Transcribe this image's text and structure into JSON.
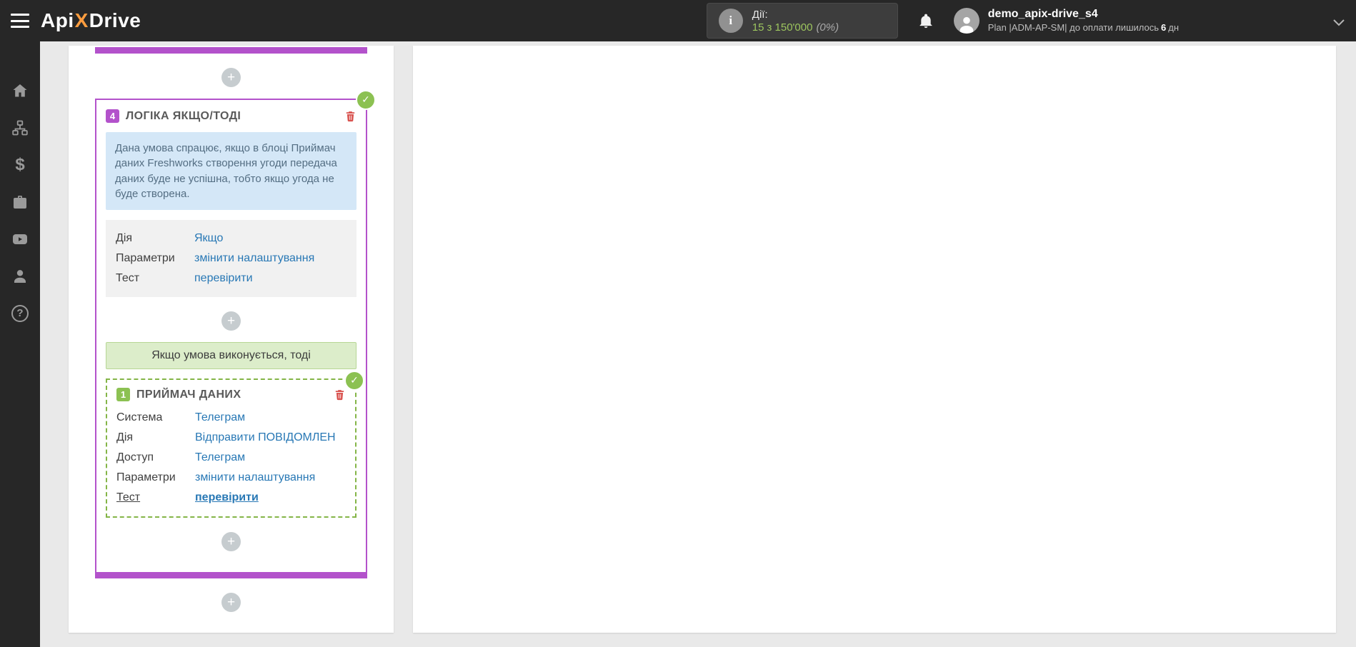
{
  "header": {
    "logo": {
      "prefix": "Api",
      "x": "X",
      "suffix": "Drive"
    },
    "usage": {
      "label": "Дії:",
      "used": "15",
      "of_total": "з 150'000",
      "percent": "(0%)"
    },
    "user": {
      "name": "demo_apix-drive_s4",
      "plan_prefix": "Plan |ADM-AP-SM| до оплати лишилось",
      "days_left": "6",
      "days_unit": "дн"
    }
  },
  "sidebar": {
    "items": [
      {
        "icon": "home-icon"
      },
      {
        "icon": "connections-icon"
      },
      {
        "icon": "payments-icon"
      },
      {
        "icon": "business-icon"
      },
      {
        "icon": "video-icon"
      },
      {
        "icon": "profile-icon"
      },
      {
        "icon": "help-icon"
      }
    ]
  },
  "workflow": {
    "logic_block": {
      "number": "4",
      "title": "ЛОГІКА ЯКЩО/ТОДІ",
      "description": "Дана умова спрацює, якщо в блоці Приймач даних Freshworks створення угоди передача даних буде не успішна, тобто якщо угода не буде створена.",
      "rows": [
        {
          "label": "Дія",
          "value": "Якщо"
        },
        {
          "label": "Параметри",
          "value": "змінити налаштування"
        },
        {
          "label": "Тест",
          "value": "перевірити"
        }
      ],
      "condition_label": "Якщо умова виконується, тоді"
    },
    "receiver_block": {
      "number": "1",
      "title": "ПРИЙМАЧ ДАНИХ",
      "rows": [
        {
          "label": "Система",
          "value": "Телеграм"
        },
        {
          "label": "Дія",
          "value": "Відправити ПОВІДОМЛЕН"
        },
        {
          "label": "Доступ",
          "value": "Телеграм"
        },
        {
          "label": "Параметри",
          "value": "змінити налаштування"
        },
        {
          "label": "Тест",
          "value": "перевірити"
        }
      ]
    },
    "colors": {
      "purple": "#b352cb",
      "green": "#8cc152",
      "link_blue": "#2878b5"
    }
  }
}
